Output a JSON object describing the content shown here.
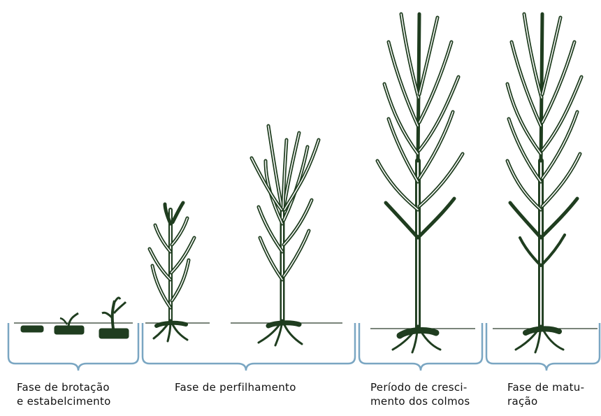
{
  "stages": [
    {
      "id": "brotacao",
      "label": "Fase de brotação\ne estabelcimento"
    },
    {
      "id": "perfilhamento",
      "label": "Fase de perfilhamento"
    },
    {
      "id": "crescimento",
      "label": "Período de cresci-\nmento dos colmos"
    },
    {
      "id": "maturacao",
      "label": "Fase de matu-\nração"
    }
  ],
  "colors": {
    "plant": "#1f3d1f",
    "plant_light": "#ffffff",
    "bracket": "#7aa6c2",
    "ground": "#2a3a2a"
  }
}
